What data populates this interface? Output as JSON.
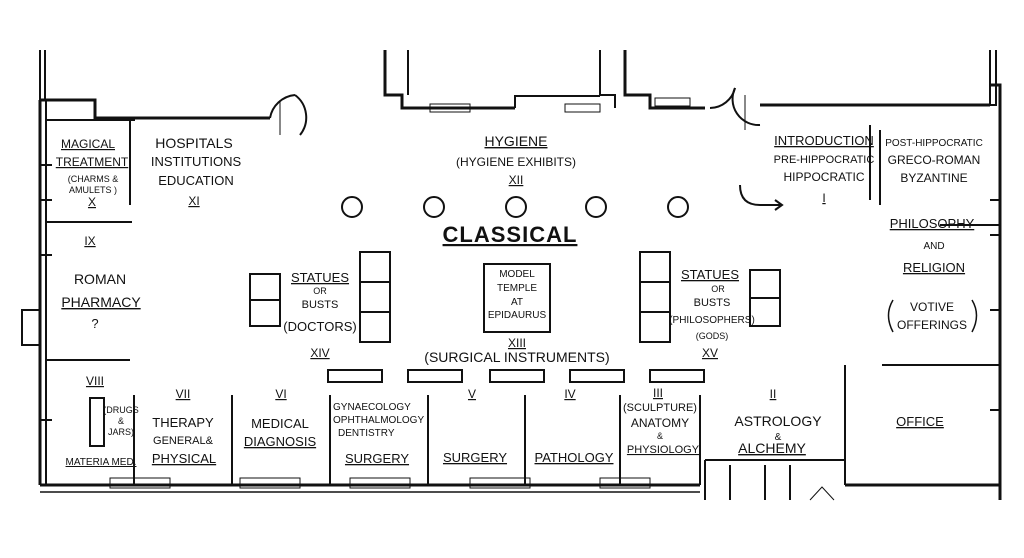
{
  "main_title": "CLASSICAL",
  "rooms": {
    "i": {
      "numeral": "I",
      "lines": [
        "INTRODUCTION",
        "PRE-HIPPOCRATIC",
        "HIPPOCRATIC"
      ]
    },
    "byz": {
      "lines": [
        "POST-HIPPOCRATIC",
        "GRECO-ROMAN",
        "BYZANTINE"
      ]
    },
    "ii": {
      "numeral": "II",
      "lines": [
        "ASTROLOGY",
        "&",
        "ALCHEMY"
      ]
    },
    "iii": {
      "numeral": "III",
      "lines": [
        "(SCULPTURE)",
        "ANATOMY",
        "&",
        "PHYSIOLOGY"
      ]
    },
    "iv": {
      "numeral": "IV",
      "lines": [
        "PATHOLOGY"
      ]
    },
    "v": {
      "numeral": "V",
      "lines": [
        "SURGERY"
      ]
    },
    "gyn": {
      "lines": [
        "GYNAECOLOGY",
        "OPHTHALMOLOGY",
        "DENTISTRY",
        "SURGERY"
      ]
    },
    "vi": {
      "numeral": "VI",
      "lines": [
        "MEDICAL",
        "DIAGNOSIS"
      ]
    },
    "vii": {
      "numeral": "VII",
      "lines": [
        "THERAPY",
        "GENERAL&",
        "PHYSICAL"
      ]
    },
    "viii": {
      "numeral": "VIII",
      "lines": [
        "(DRUGS",
        "&",
        "JARS)",
        "MATERIA MED."
      ]
    },
    "ix": {
      "numeral": "IX",
      "lines": [
        "ROMAN",
        "PHARMACY",
        "?"
      ]
    },
    "x": {
      "numeral": "X",
      "lines": [
        "MAGICAL",
        "TREATMENT",
        "(CHARMS &",
        "AMULETS )"
      ]
    },
    "xi": {
      "numeral": "XI",
      "lines": [
        "HOSPITALS",
        "INSTITUTIONS",
        "EDUCATION"
      ]
    },
    "xii": {
      "numeral": "XII",
      "lines": [
        "HYGIENE",
        "(HYGIENE EXHIBITS)"
      ]
    },
    "xiii": {
      "numeral": "XIII",
      "lines": [
        "MODEL",
        "TEMPLE",
        "AT",
        "EPIDAURUS",
        "(SURGICAL INSTRUMENTS)"
      ]
    },
    "xiv": {
      "numeral": "XIV",
      "lines": [
        "STATUES",
        "OR",
        "BUSTS",
        "(DOCTORS)"
      ]
    },
    "xv": {
      "numeral": "XV",
      "lines": [
        "STATUES",
        "OR",
        "BUSTS",
        "(PHILOSOPHERS)",
        "(GODS)"
      ]
    },
    "phil": {
      "lines": [
        "PHILOSOPHY",
        "AND",
        "RELIGION",
        "VOTIVE",
        "OFFERINGS"
      ]
    },
    "office": {
      "lines": [
        "OFFICE"
      ]
    }
  }
}
